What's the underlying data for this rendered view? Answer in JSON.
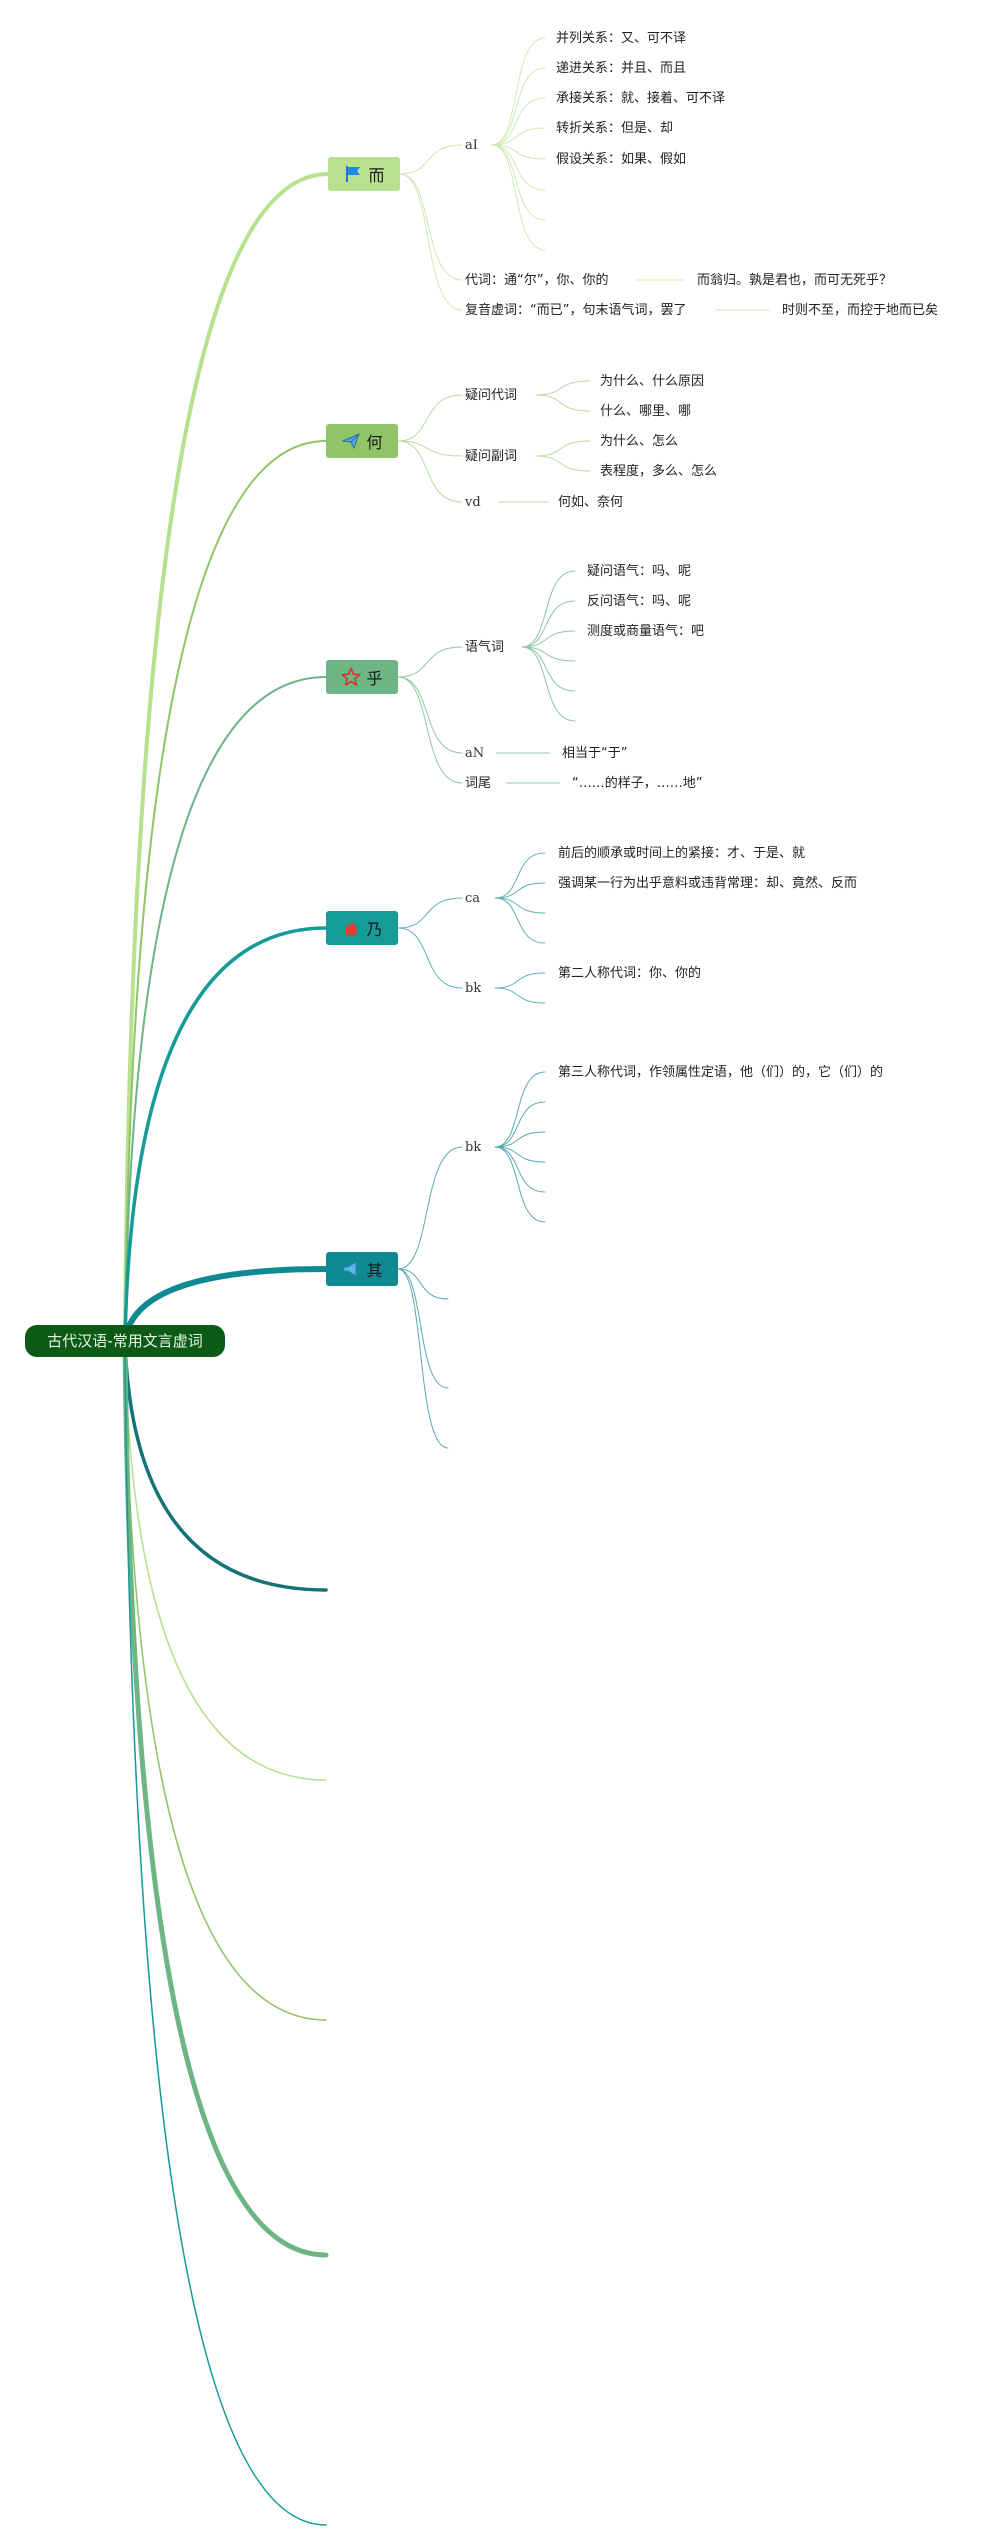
{
  "root": {
    "label": "古代汉语-常用文言虚词"
  },
  "colors": {
    "root_bg": "#0b5a16",
    "er": "#b7e08f",
    "he": "#8fc566",
    "hu": "#6db585",
    "nai": "#159b98",
    "qi": "#0f8a93",
    "teal_dark": "#137377"
  },
  "topics": {
    "er": {
      "label": "而",
      "icon": "flag-icon",
      "al": "aI",
      "al_items": [
        "并列关系：又、可不译",
        "递进关系：并且、而且",
        "承接关系：就、接着、可不译",
        "转折关系：但是、却",
        "假设关系：如果、假如"
      ],
      "pronoun": "代词：通“尔”，你、你的",
      "pronoun_example": "而翁归。孰是君也，而可无死乎？",
      "compound": "复音虚词：“而已”，句末语气词，罢了",
      "compound_example": "时则不至，而控于地而已矣"
    },
    "he": {
      "label": "何",
      "icon": "paper-plane-icon",
      "pron": "疑问代词",
      "pron_items": [
        "为什么、什么原因",
        "什么、哪里、哪"
      ],
      "adv": "疑问副词",
      "adv_items": [
        "为什么、怎么",
        "表程度，多么、怎么"
      ],
      "vd": "vd",
      "vd_item": "何如、奈何"
    },
    "hu": {
      "label": "乎",
      "icon": "star-icon",
      "mood": "语气词",
      "mood_items": [
        "疑问语气：吗、呢",
        "反问语气：吗、呢",
        "测度或商量语气：吧"
      ],
      "an": "aN",
      "an_item": "相当于“于”",
      "suffix": "词尾",
      "suffix_item": "“……的样子，……地”"
    },
    "nai": {
      "label": "乃",
      "icon": "fire-icon",
      "ca": "ca",
      "ca_items": [
        "前后的顺承或时间上的紧接：才、于是、就",
        "强调某一行为出乎意料或违背常理：却、竟然、反而"
      ],
      "bk": "bk",
      "bk_item": "第二人称代词：你、你的"
    },
    "qi": {
      "label": "其",
      "icon": "megaphone-icon",
      "bk": "bk",
      "bk_item": "第三人称代词，作领属性定语，他（们）的，它（们）的"
    }
  }
}
